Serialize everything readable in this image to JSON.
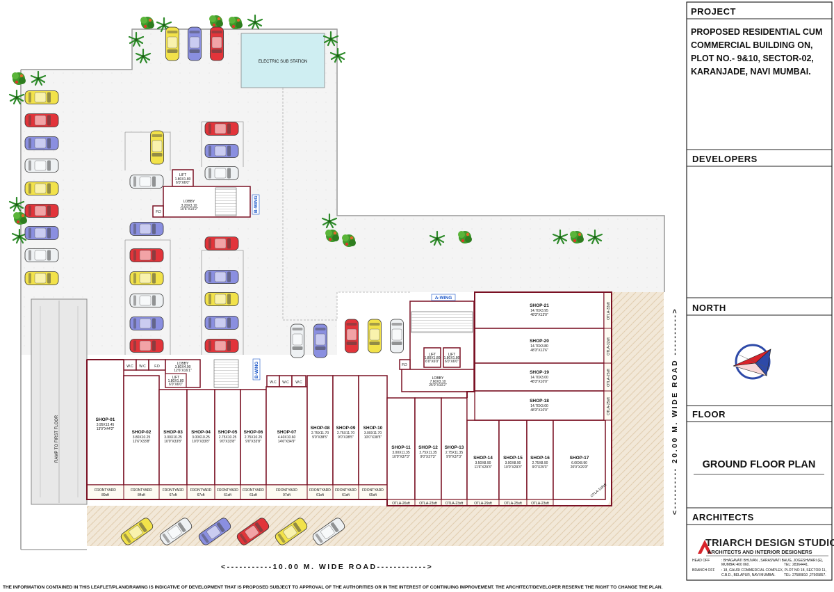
{
  "title_block": {
    "project_heading": "PROJECT",
    "project_lines": [
      "PROPOSED RESIDENTIAL CUM",
      "COMMERCIAL BUILDING ON,",
      "PLOT NO.- 9&10, SECTOR-02,",
      "KARANJADE, NAVI MUMBAI."
    ],
    "developers_heading": "DEVELOPERS",
    "north_heading": "NORTH",
    "floor_heading": "FLOOR",
    "floor_name": "GROUND FLOOR PLAN",
    "architects_heading": "ARCHITECTS",
    "firm_name": "TRIARCH DESIGN STUDIO",
    "firm_tagline": "ARCHITECTS AND INTERIOR DESIGNERS",
    "head_off_label": "HEAD OFF",
    "head_off_address": ": BHAGAVATI BHUVAN , SARASWATI BAUG, JOGESHWARI (E),",
    "head_off_city": "MUMBAI 400 060.",
    "head_off_tel": "TEL: 28364441.",
    "branch_off_label": "BRANCH OFF",
    "branch_off_address": ": 18, GAURI COMMERCIAL COMPLEX, PLOT NO 18, SECTOR 11,",
    "branch_off_city": "C.B.D., BELAPUR, NAVI MUMBAI.",
    "branch_off_tel": "TEL: 27580810 ,27565857."
  },
  "disclaimer": "THE INFORMATION CONTAINED IN THIS LEAFLET/PLAN/DRAWING IS INDICATIVE OF DEVELOPMENT THAT IS PROPOSED SUBJECT TO APPROVAL OF THE AUTHORITIES OR IN THE INTEREST OF CONTINUING IMPROVEMENT. THE ARCHITECT/DEVELOPER RESERVE THE RIGHT TO CHANGE THE PLAN.",
  "roads": {
    "bottom": "<-----------10.00 M.  WIDE ROAD------------>",
    "right": "<---------- 20.00 M.  WIDE ROAD ---------->"
  },
  "labels": {
    "substation": "ELECTRIC SUB STATION",
    "ramp": "RAMP TO FIRST FLOOR",
    "a_wing": "A-WING",
    "b_wing_upper": "B-WING",
    "b_wing_lower": "B-WING",
    "lift": "LIFT",
    "lift_dim": "1.80X1.80",
    "lift_dim_ft": "6'0\"X6'0\"",
    "lobby": "LOBBY",
    "lobby_upper_dim": "3.20X3.10",
    "lobby_upper_dim_ft": "10'6\"X10'2\"",
    "lobby_lower_dim": "3.80X4.90",
    "lobby_lower_dim_ft": "12'6\"X16'1\"",
    "lobby_a_dim": "7.60X3.10",
    "lobby_a_dim_ft": "25'0\"X10'2\"",
    "fd": "F.D",
    "wc": "W.C"
  },
  "shops_row": [
    {
      "name": "SHOP-01",
      "dim": "3.95X13.45",
      "dim_ft": "13'0\"X44'2\"",
      "front": "FRONTYARD",
      "front_area": "89sft"
    },
    {
      "name": "SHOP-02",
      "dim": "3.80X10.25",
      "dim_ft": "12'6\"X33'8\"",
      "front": "FRONTYARD",
      "front_area": "84sft"
    },
    {
      "name": "SHOP-03",
      "dim": "3.00X10.25",
      "dim_ft": "10'0\"X33'8\"",
      "front": "FRONTYARD",
      "front_area": "67sft"
    },
    {
      "name": "SHOP-04",
      "dim": "3.00X10.25",
      "dim_ft": "10'0\"X33'8\"",
      "front": "FRONTYARD",
      "front_area": "67sft"
    },
    {
      "name": "SHOP-05",
      "dim": "2.75X10.25",
      "dim_ft": "9'0\"X33'8\"",
      "front": "FRONTYARD",
      "front_area": "61sft"
    },
    {
      "name": "SHOP-06",
      "dim": "2.75X10.25",
      "dim_ft": "9'0\"X33'8\"",
      "front": "FRONTYARD",
      "front_area": "61sft"
    },
    {
      "name": "SHOP-07",
      "dim": "4.40X10.60",
      "dim_ft": "14'6\"X34'9\"",
      "front": "FRONTYARD",
      "front_area": "97sft"
    },
    {
      "name": "SHOP-08",
      "dim": "2.75X11.70",
      "dim_ft": "9'0\"X38'5\"",
      "front": "FRONTYARD",
      "front_area": "61sft"
    },
    {
      "name": "SHOP-09",
      "dim": "2.75X11.70",
      "dim_ft": "9'0\"X38'5\"",
      "front": "FRONTYARD",
      "front_area": "61sft"
    },
    {
      "name": "SHOP-10",
      "dim": "3.00X11.70",
      "dim_ft": "10'0\"X38'5\"",
      "front": "FRONTYARD",
      "front_area": "65sft"
    }
  ],
  "shops_otla": [
    {
      "name": "SHOP-11",
      "dim": "3.00X11.35",
      "dim_ft": "10'0\"X37'3\"",
      "otla": "OTLA-26sft"
    },
    {
      "name": "SHOP-12",
      "dim": "2.75X11.35",
      "dim_ft": "9'0\"X37'3\"",
      "otla": "OTLA-23sft"
    },
    {
      "name": "SHOP-13",
      "dim": "2.75X11.35",
      "dim_ft": "9'0\"X37'3\"",
      "otla": "OTLA-23sft"
    },
    {
      "name": "SHOP-14",
      "dim": "3.50X8.90",
      "dim_ft": "11'6\"X29'3\"",
      "otla": "OTLA-29sft"
    },
    {
      "name": "SHOP-15",
      "dim": "3.00X8.90",
      "dim_ft": "10'0\"X29'3\"",
      "otla": "OTLA-25sft"
    },
    {
      "name": "SHOP-16",
      "dim": "2.75X8.90",
      "dim_ft": "9'0\"X29'3\"",
      "otla": "OTLA-23sft"
    },
    {
      "name": "SHOP-17",
      "dim": "6.00X8.90",
      "dim_ft": "20'0\"X29'3\"",
      "otla": "OTLA-118sft"
    }
  ],
  "shops_right": [
    {
      "name": "SHOP-21",
      "dim": "14.70X3.95",
      "dim_ft": "48'3\"X13'0\"",
      "otla": "OTLA-33sft"
    },
    {
      "name": "SHOP-20",
      "dim": "14.70X3.80",
      "dim_ft": "48'3\"X12'6\"",
      "otla": "OTLA-32sft"
    },
    {
      "name": "SHOP-19",
      "dim": "14.70X3.00",
      "dim_ft": "48'3\"X10'0\"",
      "otla": "OTLA-25sft"
    },
    {
      "name": "SHOP-18",
      "dim": "14.70X3.00",
      "dim_ft": "48'3\"X10'0\"",
      "otla": "OTLA-25sft"
    }
  ],
  "colors": {
    "wall": "#7a1023",
    "paving": "#f0e6d6",
    "substation": "#cfeef2",
    "car_yellow": "#f2e24a",
    "car_red": "#e2343a",
    "car_blue": "#8a8fe0",
    "car_white": "#eef1f3",
    "tree": "#3f9a2a",
    "flower": "#d93a2a",
    "wing_label": "#1a56c8",
    "north_red": "#d8232a",
    "north_blue": "#2e4aa8"
  }
}
